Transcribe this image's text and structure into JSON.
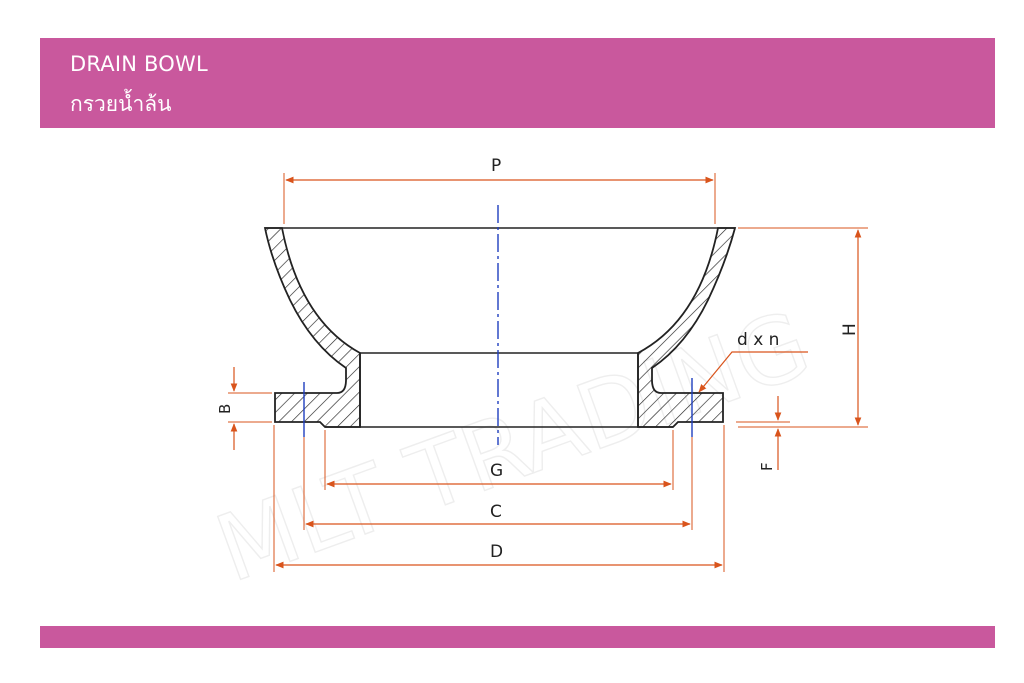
{
  "header": {
    "title_en": "DRAIN BOWL",
    "title_th": "กรวยน้ำล้น"
  },
  "watermark": "MLT TRADING",
  "labels": {
    "P": "P",
    "H": "H",
    "B": "B",
    "F": "F",
    "G": "G",
    "C": "C",
    "D": "D",
    "dxn": "d x n"
  },
  "colors": {
    "banner": "#c9589d",
    "outline": "#222222",
    "dimension": "#d9541c",
    "centerline": "#1f3fbf"
  }
}
